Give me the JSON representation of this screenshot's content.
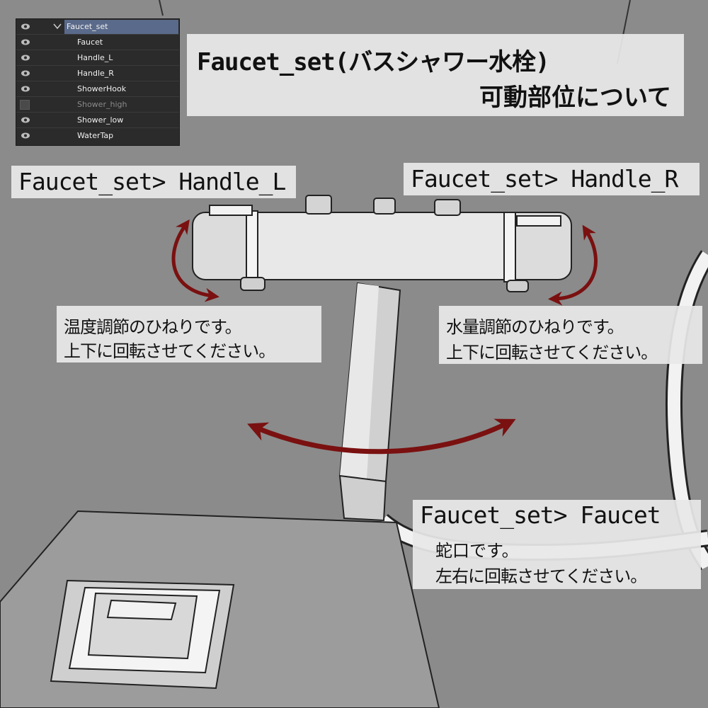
{
  "layers": {
    "parent": "Faucet_set",
    "children": [
      {
        "name": "Faucet",
        "visible": true
      },
      {
        "name": "Handle_L",
        "visible": true
      },
      {
        "name": "Handle_R",
        "visible": true
      },
      {
        "name": "ShowerHook",
        "visible": true
      },
      {
        "name": "Shower_high",
        "visible": false
      },
      {
        "name": "Shower_low",
        "visible": true
      },
      {
        "name": "WaterTap",
        "visible": true
      }
    ]
  },
  "title": {
    "line1": "Faucet_set(バスシャワー水栓)",
    "line2": "可動部位について"
  },
  "handle_l": {
    "ref": "Faucet_set> Handle_L",
    "desc_line1": "温度調節のひねりです。",
    "desc_line2": "上下に回転させてください。"
  },
  "handle_r": {
    "ref": "Faucet_set> Handle_R",
    "desc_line1": "水量調節のひねりです。",
    "desc_line2": "上下に回転させてください。"
  },
  "faucet": {
    "ref": "Faucet_set> Faucet",
    "desc_line1": "蛇口です。",
    "desc_line2": "左右に回転させてください。"
  },
  "colors": {
    "background": "#8a8a8a",
    "arrow": "#7a1010",
    "panel": "#2b2b2b",
    "panel_selected": "#5a6a8a"
  },
  "icons": {
    "visible": "eye-icon",
    "collapse": "chevron-down-icon",
    "arrow": "rotation-arrow-icon"
  }
}
